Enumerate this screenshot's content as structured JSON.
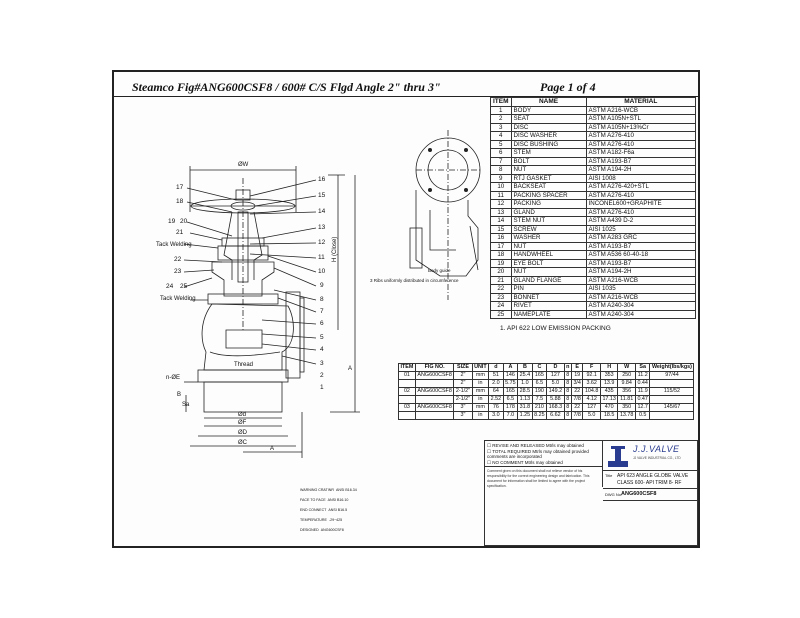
{
  "header": {
    "title": "Steamco Fig#ANG600CSF8 / 600# C/S Flgd Angle 2\" thru 3\"",
    "page": "Page 1 of 4"
  },
  "materials": {
    "headers": [
      "ITEM",
      "NAME",
      "MATERIAL"
    ],
    "rows": [
      [
        "1",
        "BODY",
        "ASTM A216-WCB"
      ],
      [
        "2",
        "SEAT",
        "ASTM A105N+STL"
      ],
      [
        "3",
        "DISC",
        "ASTM A105N+13%Cr"
      ],
      [
        "4",
        "DISC WASHER",
        "ASTM A276-410"
      ],
      [
        "5",
        "DISC BUSHING",
        "ASTM A276-410"
      ],
      [
        "6",
        "STEM",
        "ASTM A182-F6a"
      ],
      [
        "7",
        "BOLT",
        "ASTM A193-B7"
      ],
      [
        "8",
        "NUT",
        "ASTM A194-2H"
      ],
      [
        "9",
        "RTJ GASKET",
        "AISI 1008"
      ],
      [
        "10",
        "BACKSEAT",
        "ASTM A276-420+STL"
      ],
      [
        "11",
        "PACKING SPACER",
        "ASTM A276-410"
      ],
      [
        "12",
        "PACKING",
        "INCONEL600+GRAPHITE"
      ],
      [
        "13",
        "GLAND",
        "ASTM A276-410"
      ],
      [
        "14",
        "STEM NUT",
        "ASTM A439 D-2"
      ],
      [
        "15",
        "SCREW",
        "AISI 1025"
      ],
      [
        "16",
        "WASHER",
        "ASTM A283 GRC"
      ],
      [
        "17",
        "NUT",
        "ASTM A193-B7"
      ],
      [
        "18",
        "HANDWHEEL",
        "ASTM A536 60-40-18"
      ],
      [
        "19",
        "EYE BOLT",
        "ASTM A193-B7"
      ],
      [
        "20",
        "NUT",
        "ASTM A194-2H"
      ],
      [
        "21",
        "GLAND FLANGE",
        "ASTM A216-WCB"
      ],
      [
        "22",
        "PIN",
        "AISI 1035"
      ],
      [
        "23",
        "BONNET",
        "ASTM A216-WCB"
      ],
      [
        "24",
        "RIVET",
        "ASTM A240-304"
      ],
      [
        "25",
        "NAMEPLATE",
        "ASTM A240-304"
      ]
    ]
  },
  "note": "1. API 622 LOW EMISSION PACKING",
  "dimensions": {
    "headers": [
      "ITEM",
      "FIG NO.",
      "SIZE",
      "UNIT",
      "d",
      "A",
      "B",
      "C",
      "D",
      "n",
      "E",
      "F",
      "H",
      "W",
      "Sa",
      "Weight(lbs/kgs)"
    ],
    "rows": [
      [
        "01",
        "ANG600CSF8",
        "2\"",
        "mm",
        "51",
        "146",
        "25.4",
        "165",
        "127",
        "8",
        "19",
        "92.1",
        "353",
        "250",
        "11.2",
        "97/44"
      ],
      [
        "",
        "",
        "2\"",
        "in",
        "2.0",
        "5.75",
        "1.0",
        "6.5",
        "5.0",
        "8",
        "3/4",
        "3.62",
        "13.9",
        "9.84",
        "0.44",
        ""
      ],
      [
        "02",
        "ANG600CSF8",
        "2-1/2\"",
        "mm",
        "64",
        "165",
        "28.5",
        "190",
        "149.2",
        "8",
        "22",
        "104.8",
        "435",
        "356",
        "11.9",
        "115/52"
      ],
      [
        "",
        "",
        "2-1/2\"",
        "in",
        "2.52",
        "6.5",
        "1.13",
        "7.5",
        "5.88",
        "8",
        "7/8",
        "4.12",
        "17.13",
        "11.81",
        "0.47",
        ""
      ],
      [
        "03",
        "ANG600CSF8",
        "3\"",
        "mm",
        "76",
        "178",
        "31.8",
        "210",
        "168.3",
        "8",
        "22",
        "127",
        "470",
        "350",
        "12.7",
        "145/67"
      ],
      [
        "",
        "",
        "3\"",
        "in",
        "3.0",
        "7.0",
        "1.25",
        "8.25",
        "6.62",
        "8",
        "7/8",
        "5.0",
        "18.5",
        "13.78",
        "0.5",
        ""
      ]
    ]
  },
  "drawing": {
    "callouts_left": [
      "17",
      "18",
      "19",
      "20",
      "21",
      "22",
      "23",
      "24",
      "25"
    ],
    "callouts_right": [
      "16",
      "15",
      "14",
      "13",
      "12",
      "11",
      "10",
      "9",
      "8",
      "7",
      "6",
      "5",
      "4",
      "3",
      "2",
      "1"
    ],
    "label_tack1": "Tack Welding",
    "label_tack2": "Tack Welding",
    "label_thread": "Thread",
    "label_W": "ØW",
    "label_H": "H (Close)",
    "label_A_side": "A",
    "label_A_bottom": "A",
    "label_d": "Ød",
    "label_F": "ØF",
    "label_D": "ØD",
    "label_C": "ØC",
    "label_nE": "n-ØE",
    "label_B": "B",
    "label_Sa": "Sa",
    "label_body_guide": "Body guide",
    "label_ribs": "3 Ribs uniformly distributed in circumference"
  },
  "titleblock": {
    "rev1": "REVISE AND RELEASED",
    "rev1_sub": "Mtrls may obtained",
    "rev2": "TOTAL REQUIRED",
    "rev2_sub": "Mtrls may obtained provided comments are incorporated",
    "rev3": "NO COMMENT",
    "rev3_sub": "Mtrls may obtained",
    "disclaimer": "Comment given on this document shall not relieve vendor of his responsibility for the correct engineering design and fabrication. This document for information shall be limited to agree with the project specification.",
    "brand": "J.J.VALVE",
    "brand_sub": "JJ VALVE INDUSTRIAL CO., LTD",
    "title_label": "Title",
    "title_1": "API 623 ANGLE GLOBE VALVE",
    "title_2": "CLASS 600- API TRIM 8- RF",
    "dwg_label": "DWG No.",
    "dwg_no": "ANG600CSF8",
    "rows_left": [
      "WARNING CRATINR",
      "FACE TO FACE",
      "END CONNECT",
      "TEMPERATURE",
      "DESIGNED"
    ],
    "rows_mid": [
      "ANSI B16.34",
      "ANSI B16.10",
      "ANSI B16.5",
      "-29~425",
      "ANG600CSF8"
    ]
  }
}
